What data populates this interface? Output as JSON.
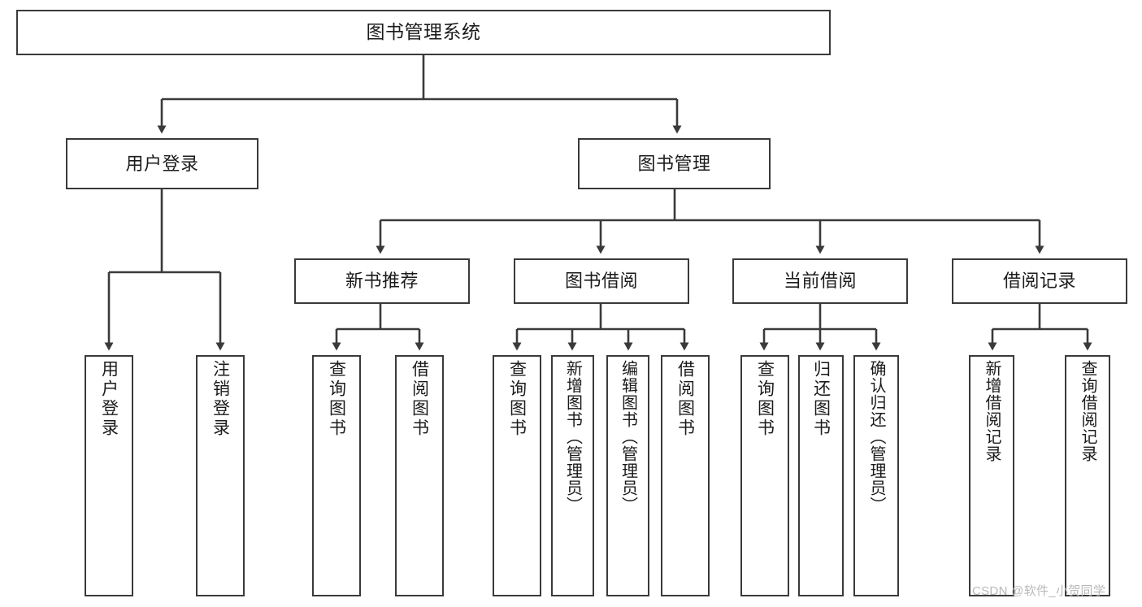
{
  "diagram": {
    "title": "图书管理系统",
    "type": "tree-hierarchy-chart",
    "colors": {
      "stroke": "#3a3a3a",
      "background": "#ffffff",
      "text": "#1b1b1b",
      "watermark": "#b9b9b9"
    },
    "root": {
      "label": "图书管理系统"
    },
    "level2": [
      {
        "label": "用户登录"
      },
      {
        "label": "图书管理"
      }
    ],
    "level3": [
      {
        "label": "新书推荐"
      },
      {
        "label": "图书借阅"
      },
      {
        "label": "当前借阅"
      },
      {
        "label": "借阅记录"
      }
    ],
    "leaves": {
      "user_login": [
        {
          "label": "用户登录"
        },
        {
          "label": "注销登录"
        }
      ],
      "new_book_recommend": [
        {
          "label": "查询图书"
        },
        {
          "label": "借阅图书"
        }
      ],
      "book_borrow": [
        {
          "label": "查询图书"
        },
        {
          "label": "新增图书（管理员）"
        },
        {
          "label": "编辑图书（管理员）"
        },
        {
          "label": "借阅图书"
        }
      ],
      "current_borrow": [
        {
          "label": "查询图书"
        },
        {
          "label": "归还图书"
        },
        {
          "label": "确认归还（管理员）"
        }
      ],
      "borrow_record": [
        {
          "label": "新增借阅记录"
        },
        {
          "label": "查询借阅记录"
        }
      ]
    }
  },
  "watermark": {
    "text": "CSDN @软件_小贺同学"
  }
}
